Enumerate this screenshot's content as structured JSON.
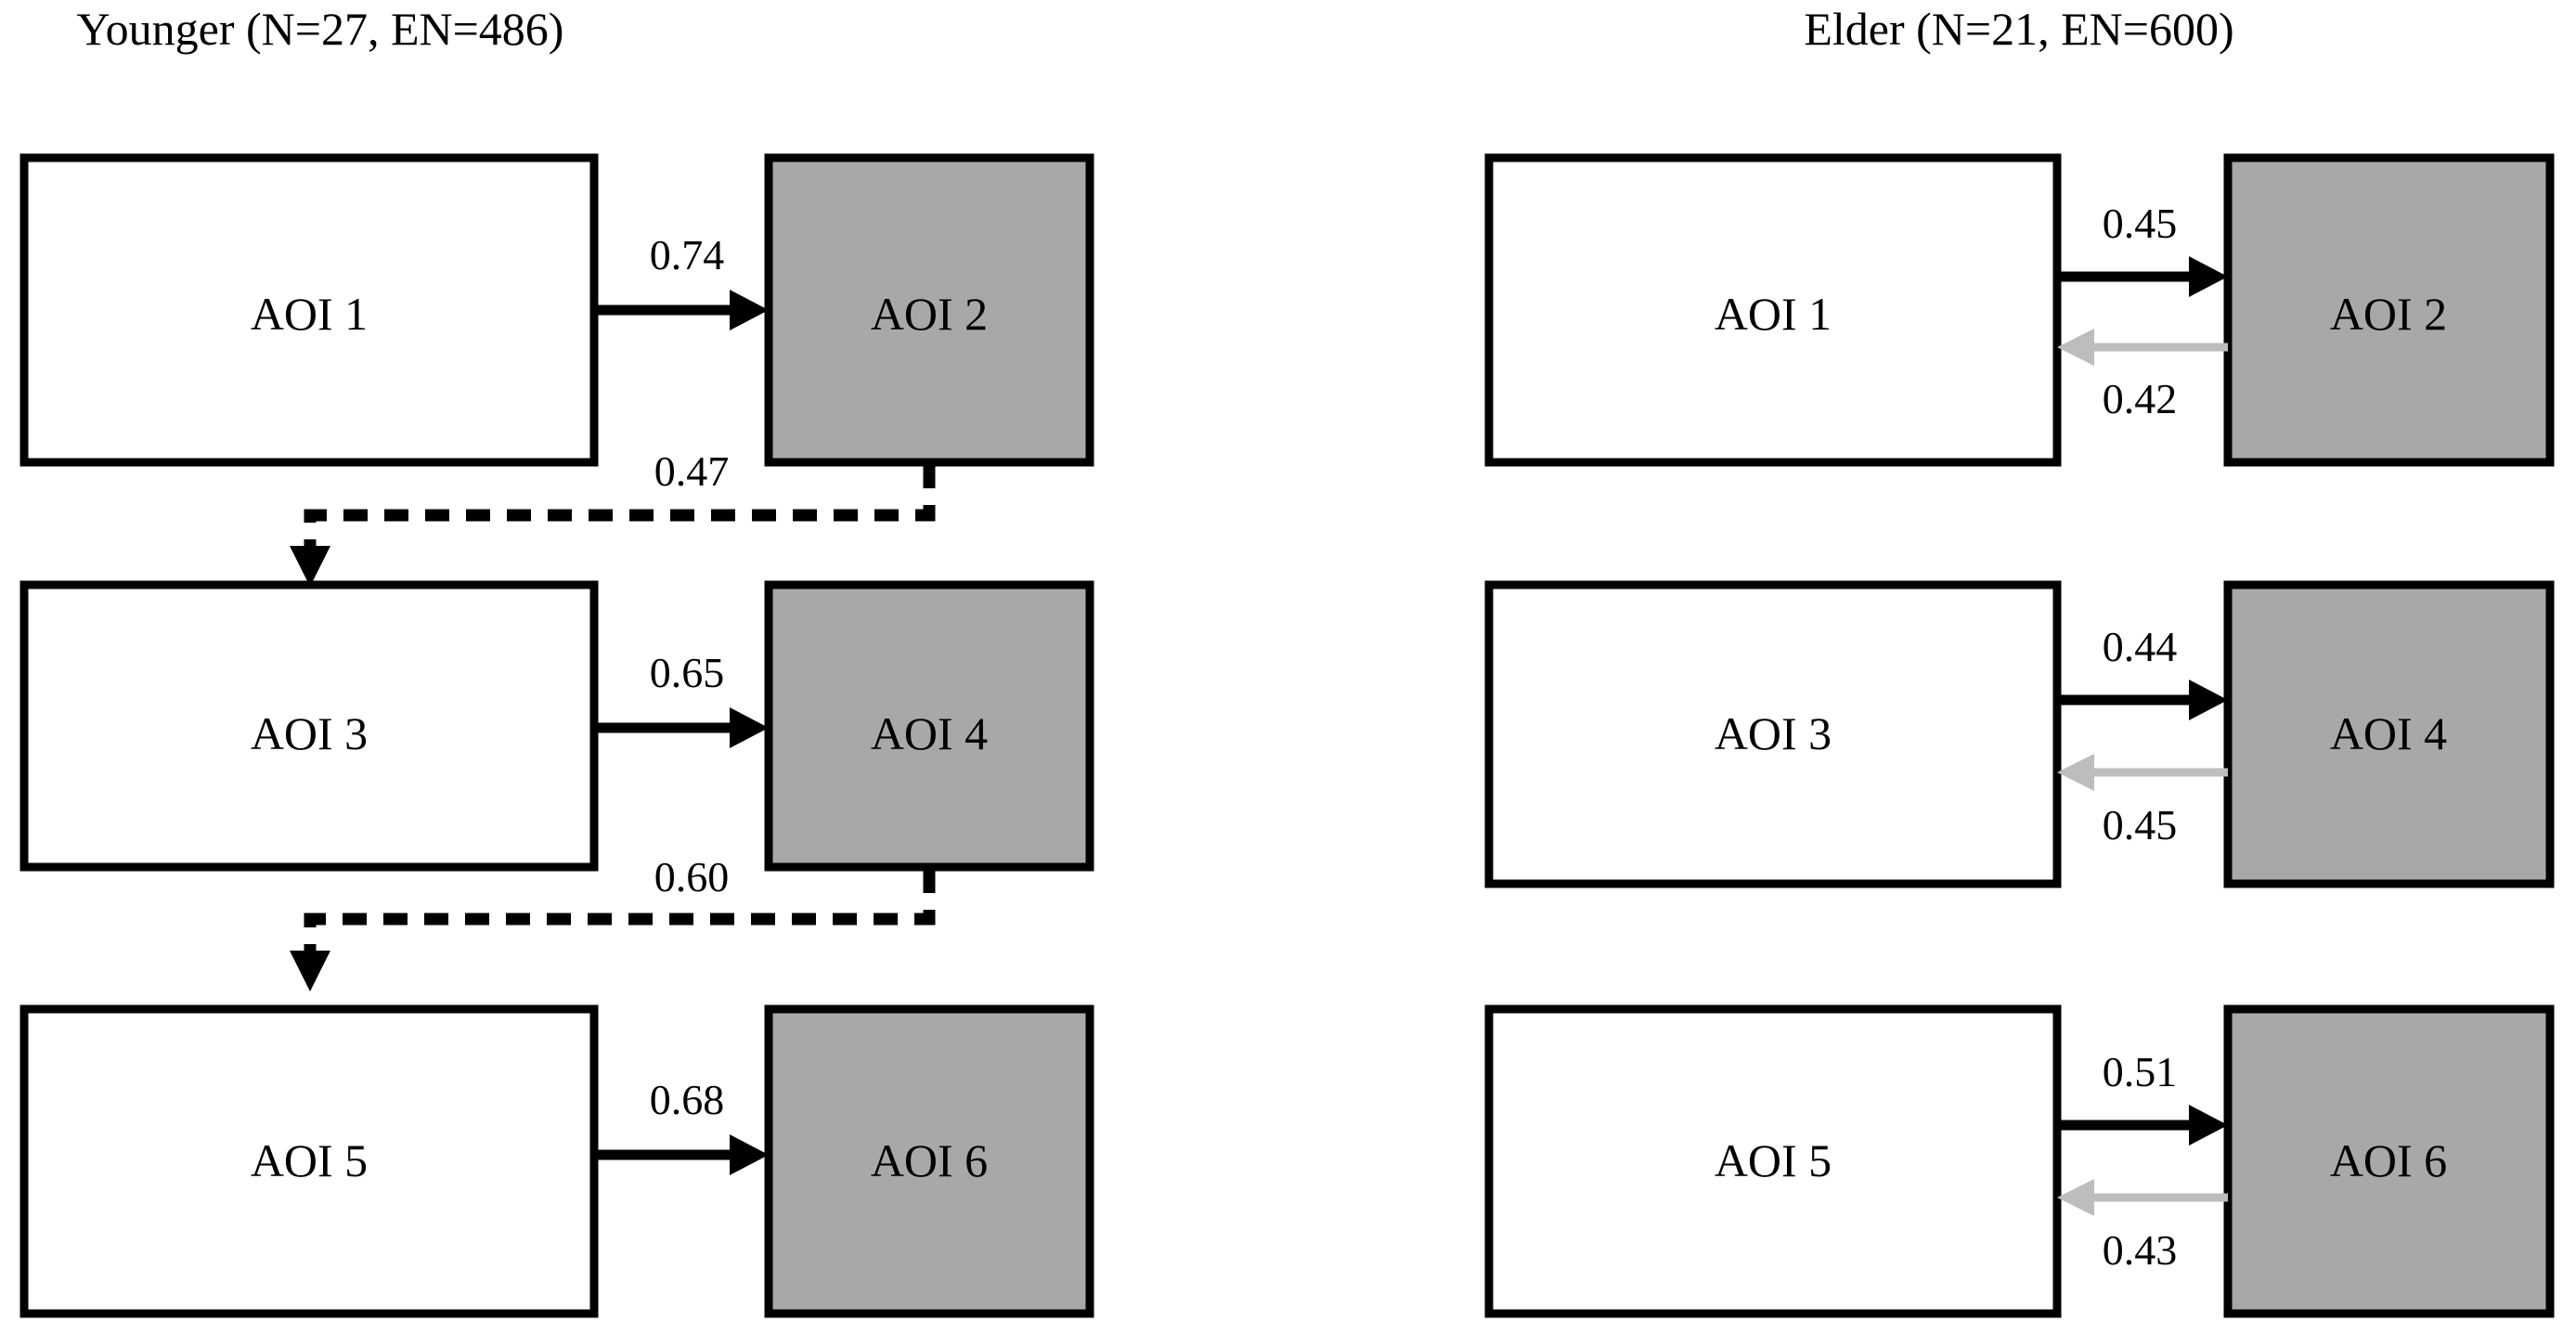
{
  "figure": {
    "type": "transition-diagram",
    "background_color": "#ffffff",
    "node_fill_white": "#ffffff",
    "node_fill_gray": "#a8a8a8",
    "arrow_color_forward": "#000000",
    "arrow_color_backward": "#bdbdbd",
    "dashed_arrow_color": "#000000"
  },
  "panels": [
    {
      "id": "younger",
      "title": "Younger (N=27, EN=486)",
      "group_name": "Younger",
      "participants": "N=27",
      "eye_movements": "EN=486",
      "nodes": [
        {
          "id": "aoi1",
          "label": "AOI 1",
          "fill": "white"
        },
        {
          "id": "aoi2",
          "label": "AOI 2",
          "fill": "gray"
        },
        {
          "id": "aoi3",
          "label": "AOI 3",
          "fill": "white"
        },
        {
          "id": "aoi4",
          "label": "AOI 4",
          "fill": "gray"
        },
        {
          "id": "aoi5",
          "label": "AOI 5",
          "fill": "white"
        },
        {
          "id": "aoi6",
          "label": "AOI 6",
          "fill": "gray"
        }
      ],
      "edges": [
        {
          "from": "AOI 1",
          "to": "AOI 2",
          "value": "0.74",
          "style": "solid",
          "color": "black",
          "direction": "right"
        },
        {
          "from": "AOI 2",
          "to": "AOI 3",
          "value": "0.47",
          "style": "dashed",
          "color": "black",
          "direction": "down-left"
        },
        {
          "from": "AOI 3",
          "to": "AOI 4",
          "value": "0.65",
          "style": "solid",
          "color": "black",
          "direction": "right"
        },
        {
          "from": "AOI 4",
          "to": "AOI 5",
          "value": "0.60",
          "style": "dashed",
          "color": "black",
          "direction": "down-left"
        },
        {
          "from": "AOI 5",
          "to": "AOI 6",
          "value": "0.68",
          "style": "solid",
          "color": "black",
          "direction": "right"
        }
      ]
    },
    {
      "id": "elder",
      "title": "Elder (N=21, EN=600)",
      "group_name": "Elder",
      "participants": "N=21",
      "eye_movements": "EN=600",
      "nodes": [
        {
          "id": "aoi1",
          "label": "AOI 1",
          "fill": "white"
        },
        {
          "id": "aoi2",
          "label": "AOI 2",
          "fill": "gray"
        },
        {
          "id": "aoi3",
          "label": "AOI 3",
          "fill": "white"
        },
        {
          "id": "aoi4",
          "label": "AOI 4",
          "fill": "gray"
        },
        {
          "id": "aoi5",
          "label": "AOI 5",
          "fill": "white"
        },
        {
          "id": "aoi6",
          "label": "AOI 6",
          "fill": "gray"
        }
      ],
      "edges": [
        {
          "from": "AOI 1",
          "to": "AOI 2",
          "value": "0.45",
          "style": "solid",
          "color": "black",
          "direction": "right"
        },
        {
          "from": "AOI 2",
          "to": "AOI 1",
          "value": "0.42",
          "style": "solid",
          "color": "gray",
          "direction": "left"
        },
        {
          "from": "AOI 3",
          "to": "AOI 4",
          "value": "0.44",
          "style": "solid",
          "color": "black",
          "direction": "right"
        },
        {
          "from": "AOI 4",
          "to": "AOI 3",
          "value": "0.45",
          "style": "solid",
          "color": "gray",
          "direction": "left"
        },
        {
          "from": "AOI 5",
          "to": "AOI 6",
          "value": "0.51",
          "style": "solid",
          "color": "black",
          "direction": "right"
        },
        {
          "from": "AOI 6",
          "to": "AOI 5",
          "value": "0.43",
          "style": "solid",
          "color": "gray",
          "direction": "left"
        }
      ]
    }
  ]
}
